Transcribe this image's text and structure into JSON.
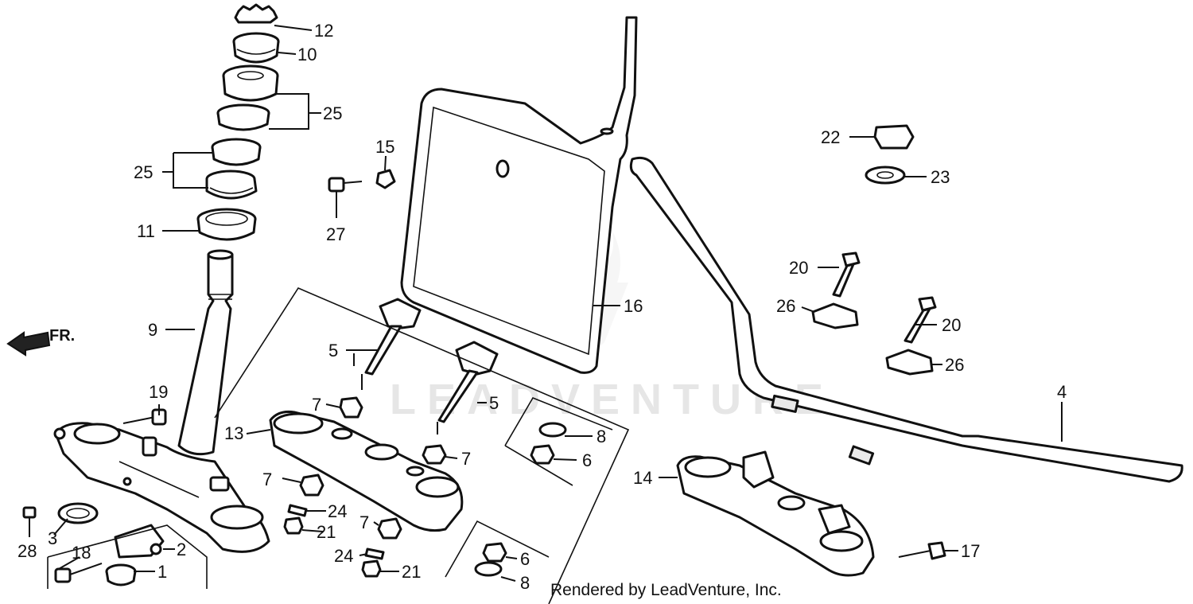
{
  "watermark": "LEADVENTURE",
  "credit": "Rendered by LeadVenture, Inc.",
  "direction_label": "FR.",
  "callouts": [
    "12",
    "10",
    "25",
    "25",
    "11",
    "9",
    "19",
    "13",
    "3",
    "28",
    "18",
    "2",
    "1",
    "15",
    "27",
    "5",
    "5",
    "7",
    "7",
    "7",
    "7",
    "24",
    "21",
    "24",
    "21",
    "8",
    "6",
    "6",
    "8",
    "16",
    "22",
    "23",
    "20",
    "20",
    "26",
    "26",
    "4",
    "14",
    "17"
  ]
}
